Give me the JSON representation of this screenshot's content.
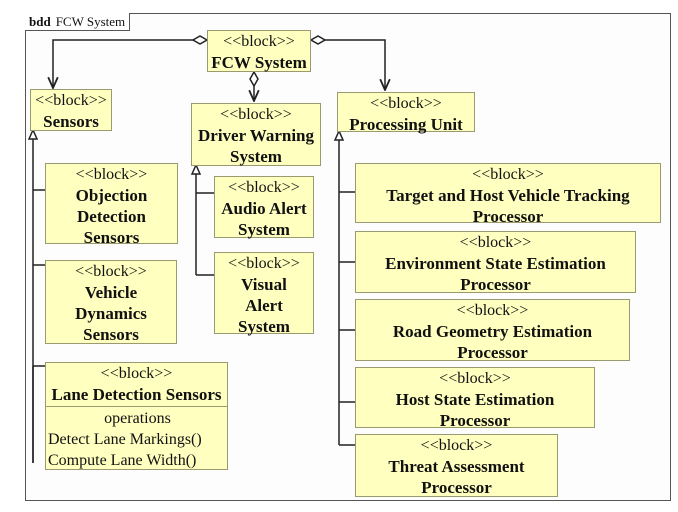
{
  "frame": {
    "kind": "bdd",
    "title": "FCW System"
  },
  "stereotype": "<<block>>",
  "blocks": {
    "fcw": {
      "name": "FCW System"
    },
    "sensors": {
      "name": "Sensors"
    },
    "dws": {
      "name": "Driver Warning System"
    },
    "pu": {
      "name": "Processing Unit"
    },
    "ods": {
      "name": "Objection Detection Sensors"
    },
    "vds": {
      "name": "Vehicle Dynamics Sensors"
    },
    "lds": {
      "name": "Lane Detection Sensors",
      "ops_title": "operations",
      "ops": [
        "Detect Lane Markings()",
        "Compute Lane Width()"
      ]
    },
    "aas": {
      "name": "Audio Alert System"
    },
    "vas": {
      "name": "Visual Alert System"
    },
    "thvt": {
      "name": "Target and Host Vehicle Tracking Processor"
    },
    "ese": {
      "name": "Environment State Estimation Processor"
    },
    "rge": {
      "name": "Road Geometry Estimation Processor"
    },
    "hse": {
      "name": "Host State Estimation Processor"
    },
    "ta": {
      "name": "Threat Assessment Processor"
    }
  },
  "relationships": [
    {
      "type": "composition",
      "from": "FCW System",
      "to": "Sensors"
    },
    {
      "type": "composition",
      "from": "FCW System",
      "to": "Driver Warning System"
    },
    {
      "type": "composition",
      "from": "FCW System",
      "to": "Processing Unit"
    },
    {
      "type": "generalization",
      "from": "Objection Detection Sensors",
      "to": "Sensors"
    },
    {
      "type": "generalization",
      "from": "Vehicle Dynamics Sensors",
      "to": "Sensors"
    },
    {
      "type": "generalization",
      "from": "Lane Detection Sensors",
      "to": "Sensors"
    },
    {
      "type": "generalization",
      "from": "Audio Alert System",
      "to": "Driver Warning System"
    },
    {
      "type": "generalization",
      "from": "Visual Alert System",
      "to": "Driver Warning System"
    },
    {
      "type": "generalization",
      "from": "Target and Host Vehicle Tracking Processor",
      "to": "Processing Unit"
    },
    {
      "type": "generalization",
      "from": "Environment State Estimation Processor",
      "to": "Processing Unit"
    },
    {
      "type": "generalization",
      "from": "Road Geometry Estimation Processor",
      "to": "Processing Unit"
    },
    {
      "type": "generalization",
      "from": "Host State Estimation Processor",
      "to": "Processing Unit"
    },
    {
      "type": "generalization",
      "from": "Threat Assessment Processor",
      "to": "Processing Unit"
    }
  ],
  "colors": {
    "block_fill": "#ffffc0",
    "block_border": "#9a9a70",
    "line": "#222222"
  }
}
